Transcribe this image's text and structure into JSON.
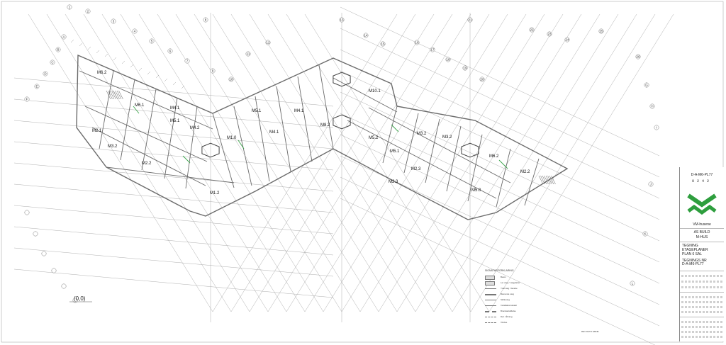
{
  "sheet": {
    "origin_label": "(0,0)",
    "rooms": [
      "M6.2",
      "M6.1",
      "M5.1",
      "M4.2",
      "M4.1",
      "M2.1",
      "M3.2",
      "M2.2",
      "M1.2",
      "M1.0",
      "M5.1",
      "M4.1",
      "M4.1",
      "M8.2",
      "M10.1",
      "M6.2",
      "M5.2",
      "M5.1",
      "M3.2",
      "M2.3",
      "M2.3",
      "M3.2",
      "M2.2",
      "M5.0"
    ],
    "grid_bubbles": [
      "1",
      "2",
      "3",
      "4",
      "5",
      "6",
      "7",
      "8",
      "9",
      "10",
      "11",
      "12",
      "13",
      "14",
      "15",
      "16",
      "17",
      "18",
      "19",
      "20",
      "21",
      "22",
      "23",
      "24",
      "25",
      "26",
      "A",
      "B",
      "C",
      "D",
      "E",
      "F",
      "G",
      "H",
      "I",
      "J",
      "K",
      "L"
    ]
  },
  "titleblock": {
    "code": "D-A-M6-PL77",
    "number": "0242",
    "company": "VM-husene",
    "project_line1": "AS BUILD",
    "project_line2": "M-HUS",
    "plan_caption": "TEGNING",
    "plan_line1": "ETAGEPLANER",
    "plan_line2": "PLAN 6 SAL",
    "drawing_label": "TEGNINGS NR",
    "drawing_no": "D-A-M6-PL77"
  },
  "legend": {
    "title": "SIGNATURFORKLARING",
    "items": [
      "Beton",
      "Let væg / vægplader",
      "Ydervæg / facade",
      "Bærende væg",
      "Skillevæg",
      "Installationsskakt",
      "Brandadskillelse",
      "Dør / åbning",
      "Vindue"
    ]
  },
  "footer": {
    "text": "REV   DATO   EMNE"
  },
  "colors": {
    "line": "#6b6b6b",
    "grid": "#9a9a9a",
    "logo_green": "#2e9e3e",
    "accent_green": "#3aa34a"
  }
}
